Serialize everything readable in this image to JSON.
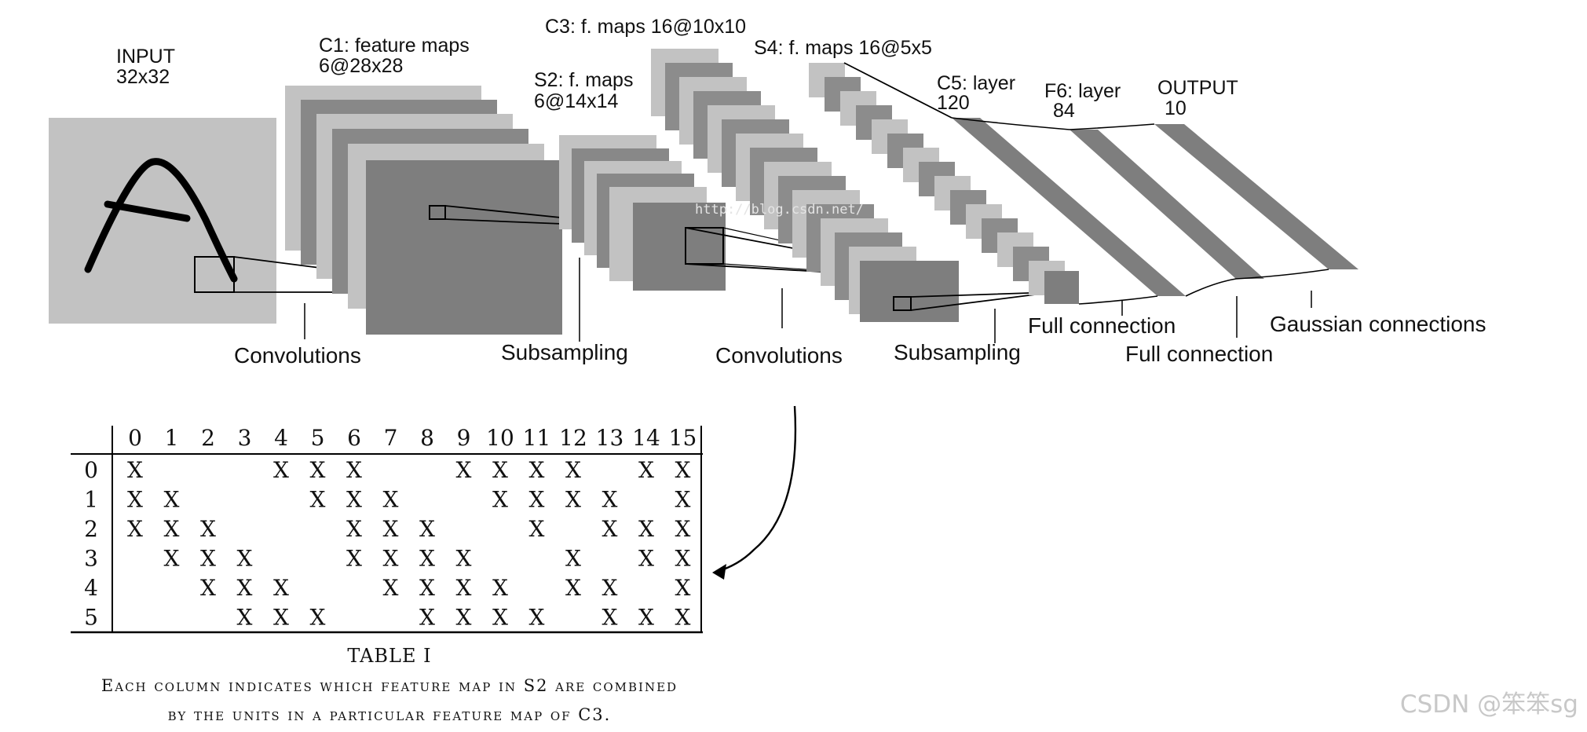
{
  "layers": {
    "input": {
      "name": "INPUT",
      "size": "32x32"
    },
    "c1": {
      "name": "C1: feature maps",
      "size": "6@28x28"
    },
    "s2": {
      "name": "S2: f. maps",
      "size": "6@14x14"
    },
    "c3": {
      "name": "C3: f. maps 16@10x10"
    },
    "s4": {
      "name": "S4: f. maps 16@5x5"
    },
    "c5": {
      "name": "C5: layer",
      "size": "120"
    },
    "f6": {
      "name": "F6: layer",
      "size": "84"
    },
    "output": {
      "name": "OUTPUT",
      "size": "10"
    }
  },
  "operations": [
    "Convolutions",
    "Subsampling",
    "Convolutions",
    "Subsampling",
    "Full connection",
    "Full connection",
    "Gaussian connections"
  ],
  "table": {
    "columns": [
      "0",
      "1",
      "2",
      "3",
      "4",
      "5",
      "6",
      "7",
      "8",
      "9",
      "10",
      "11",
      "12",
      "13",
      "14",
      "15"
    ],
    "rows": [
      "0",
      "1",
      "2",
      "3",
      "4",
      "5"
    ],
    "mark": "X",
    "connections": [
      [
        1,
        0,
        0,
        0,
        1,
        1,
        1,
        0,
        0,
        1,
        1,
        1,
        1,
        0,
        1,
        1
      ],
      [
        1,
        1,
        0,
        0,
        0,
        1,
        1,
        1,
        0,
        0,
        1,
        1,
        1,
        1,
        0,
        1
      ],
      [
        1,
        1,
        1,
        0,
        0,
        0,
        1,
        1,
        1,
        0,
        0,
        1,
        0,
        1,
        1,
        1
      ],
      [
        0,
        1,
        1,
        1,
        0,
        0,
        1,
        1,
        1,
        1,
        0,
        0,
        1,
        0,
        1,
        1
      ],
      [
        0,
        0,
        1,
        1,
        1,
        0,
        0,
        1,
        1,
        1,
        1,
        0,
        1,
        1,
        0,
        1
      ],
      [
        0,
        0,
        0,
        1,
        1,
        1,
        0,
        0,
        1,
        1,
        1,
        1,
        0,
        1,
        1,
        1
      ]
    ],
    "title": "TABLE I",
    "caption_line1": "Each column indicates which feature map in S2 are combined",
    "caption_line2": "by the units in a particular feature map of C3."
  },
  "watermark": "CSDN @笨笨sg",
  "watermark_url": "http://blog.csdn.net/",
  "colors": {
    "light_gray": "#c2c2c2",
    "mid_gray": "#8c8c8c",
    "dark_gray": "#7e7e7e",
    "line": "#000000"
  }
}
